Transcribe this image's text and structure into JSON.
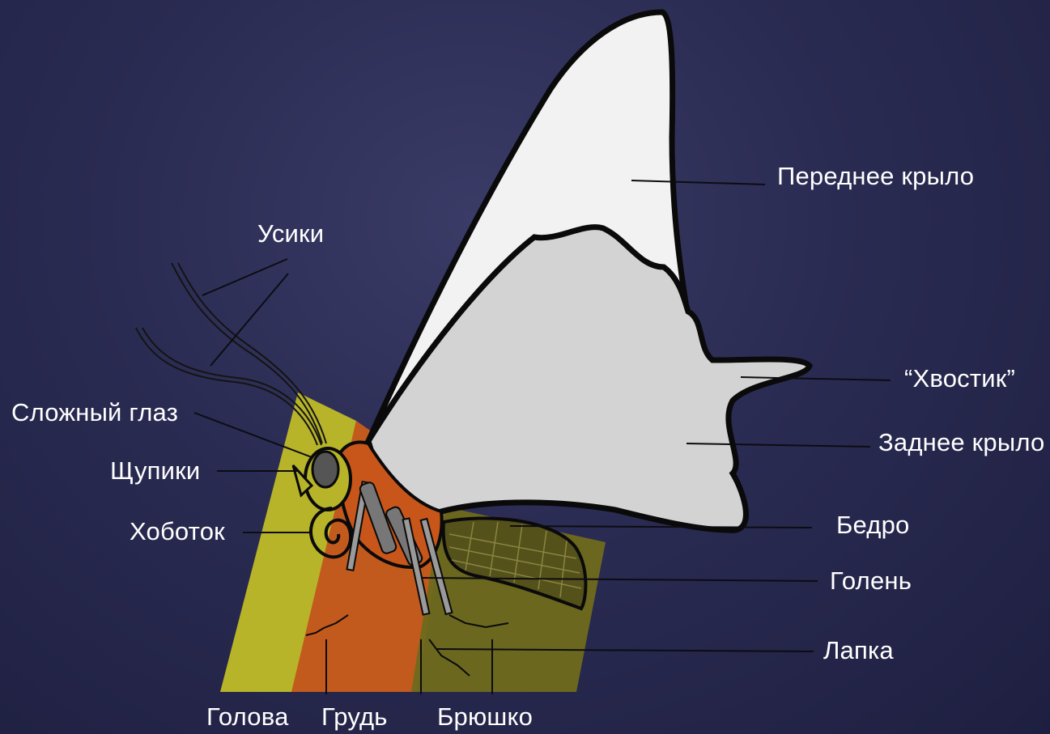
{
  "labels": {
    "antennae": "Усики",
    "forewing": "Переднее крыло",
    "tail": "“Хвостик”",
    "hindwing": "Заднее крыло",
    "compound_eye": "Сложный глаз",
    "palps": "Щупики",
    "proboscis": "Хоботок",
    "femur": "Бедро",
    "tibia": "Голень",
    "tarsus": "Лапка",
    "head": "Голова",
    "thorax": "Грудь",
    "abdomen": "Брюшко"
  },
  "colors": {
    "background": "#2a2b52",
    "head_band": "#b7b42a",
    "thorax_band": "#c25a1e",
    "abdomen_band": "#6f6a1c",
    "forewing": "#f2f2f2",
    "hindwing": "#d3d3d3",
    "outline": "#0a0a0a",
    "label_text": "#ffffff"
  }
}
